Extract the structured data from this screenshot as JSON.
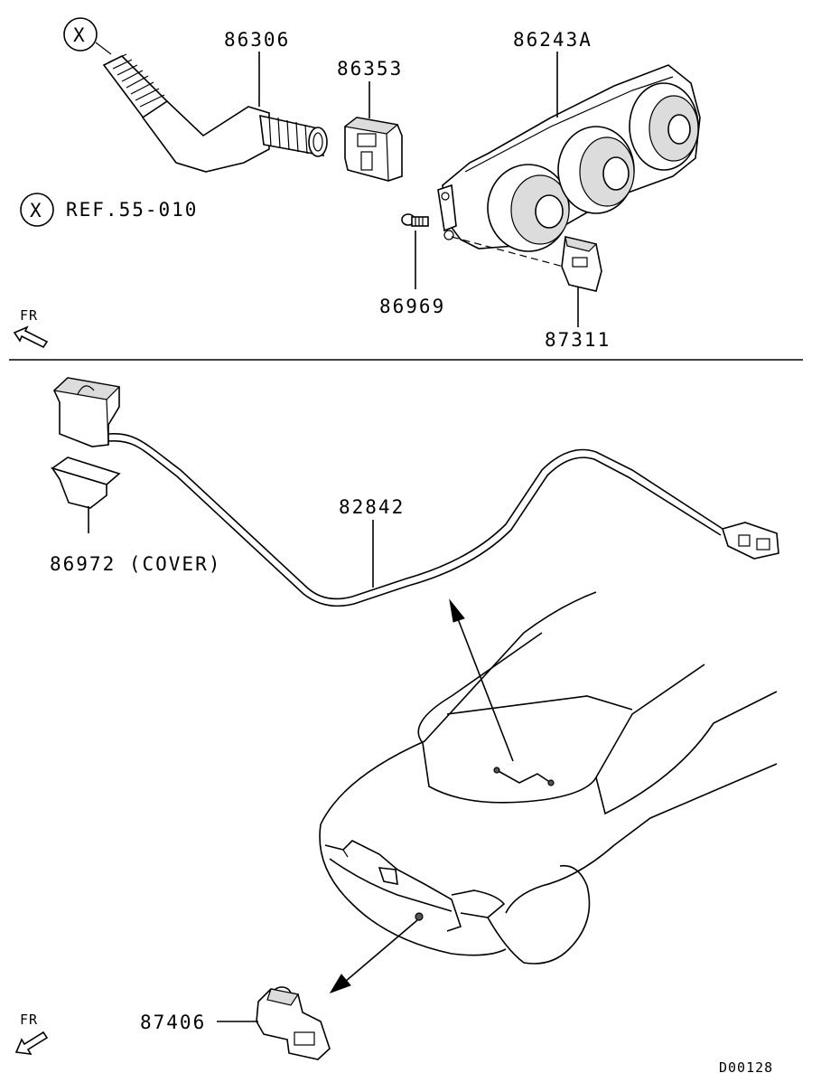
{
  "labels": {
    "ref_marker_top": "X",
    "ref_marker_legend": "X",
    "ref_text": "REF.55-010",
    "fr_top": "FR",
    "fr_bottom": "FR",
    "p86306": "86306",
    "p86353": "86353",
    "p86243A": "86243A",
    "p86969": "86969",
    "p87311": "87311",
    "p82842": "82842",
    "p86972": "86972 (COVER)",
    "p87406": "87406",
    "diagram_code": "D00128"
  },
  "icons": {
    "fr_arrow": "fr-arrow-icon",
    "ref_circle": "circle-x-icon"
  },
  "colors": {
    "line": "#000000",
    "background": "#ffffff",
    "shade": "#dcdcdc"
  }
}
